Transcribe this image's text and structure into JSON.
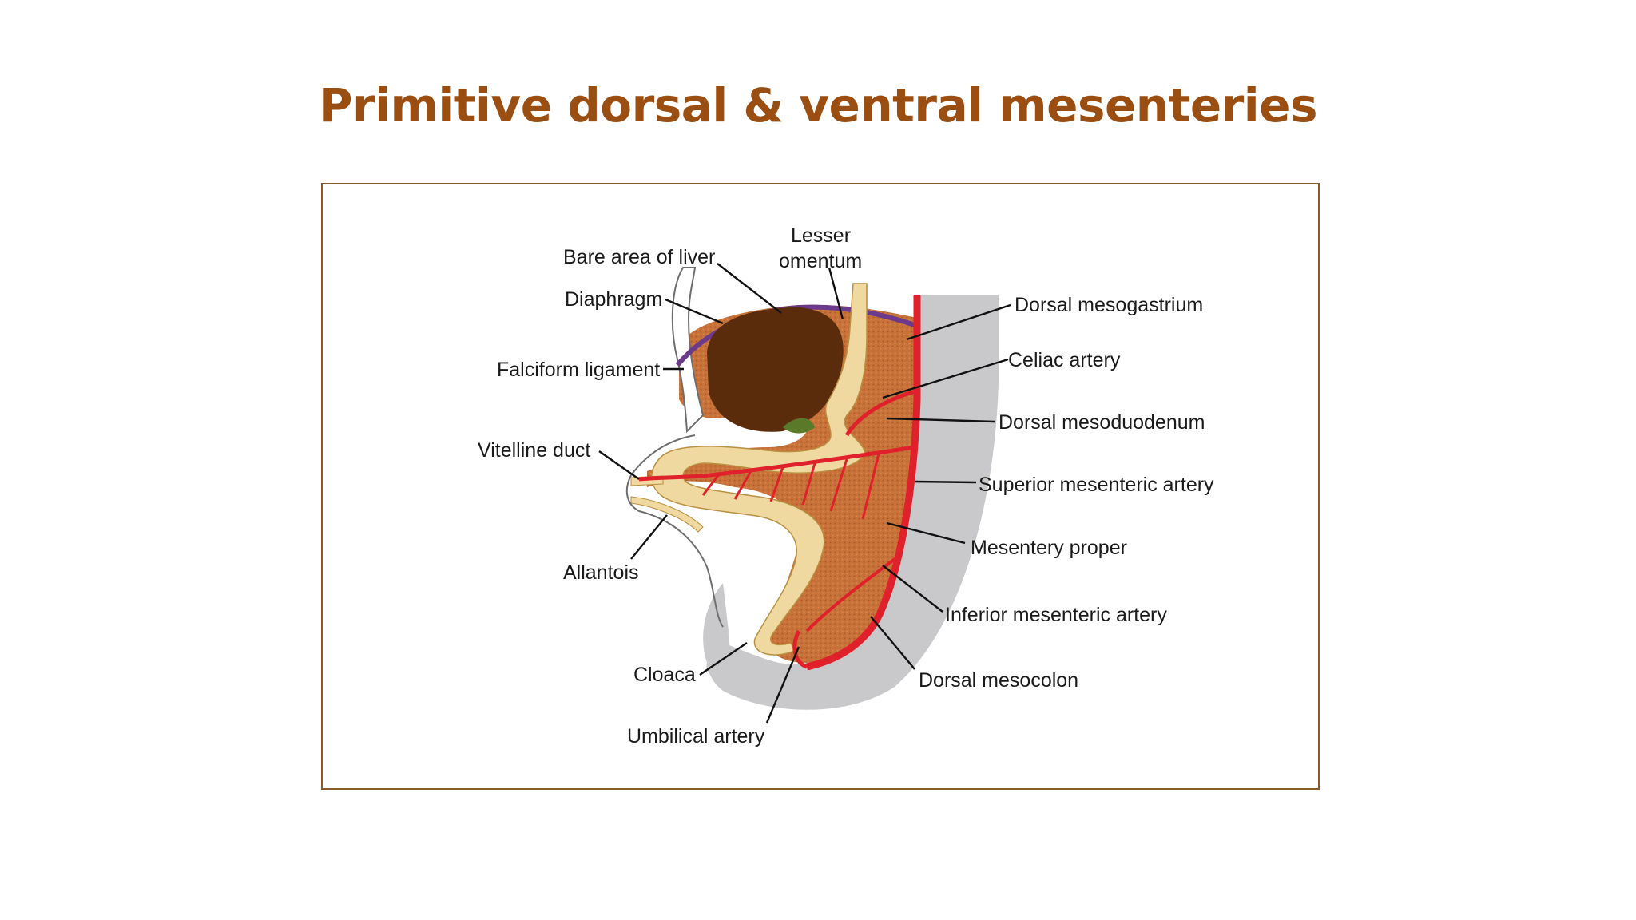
{
  "title": "Primitive dorsal & ventral mesenteries",
  "colors": {
    "title": "#9a4e12",
    "mesentery": "#c8723a",
    "liver": "#5a2c0c",
    "artery": "#e0202a",
    "gut": "#efd9a0",
    "diaphragm": "#6b3a8a",
    "body_wall": "#c9c9cb",
    "frame": "#8a5a2a"
  },
  "labels": {
    "bare_area_of_liver": "Bare area of liver",
    "lesser_omentum_1": "Lesser",
    "lesser_omentum_2": "omentum",
    "diaphragm": "Diaphragm",
    "falciform_ligament": "Falciform ligament",
    "vitelline_duct": "Vitelline duct",
    "allantois": "Allantois",
    "cloaca": "Cloaca",
    "umbilical_artery": "Umbilical artery",
    "dorsal_mesogastrium": "Dorsal mesogastrium",
    "celiac_artery": "Celiac artery",
    "dorsal_mesoduodenum": "Dorsal mesoduodenum",
    "superior_mesenteric_artery": "Superior mesenteric artery",
    "mesentery_proper": "Mesentery proper",
    "inferior_mesenteric_artery": "Inferior mesenteric artery",
    "dorsal_mesocolon": "Dorsal mesocolon"
  }
}
